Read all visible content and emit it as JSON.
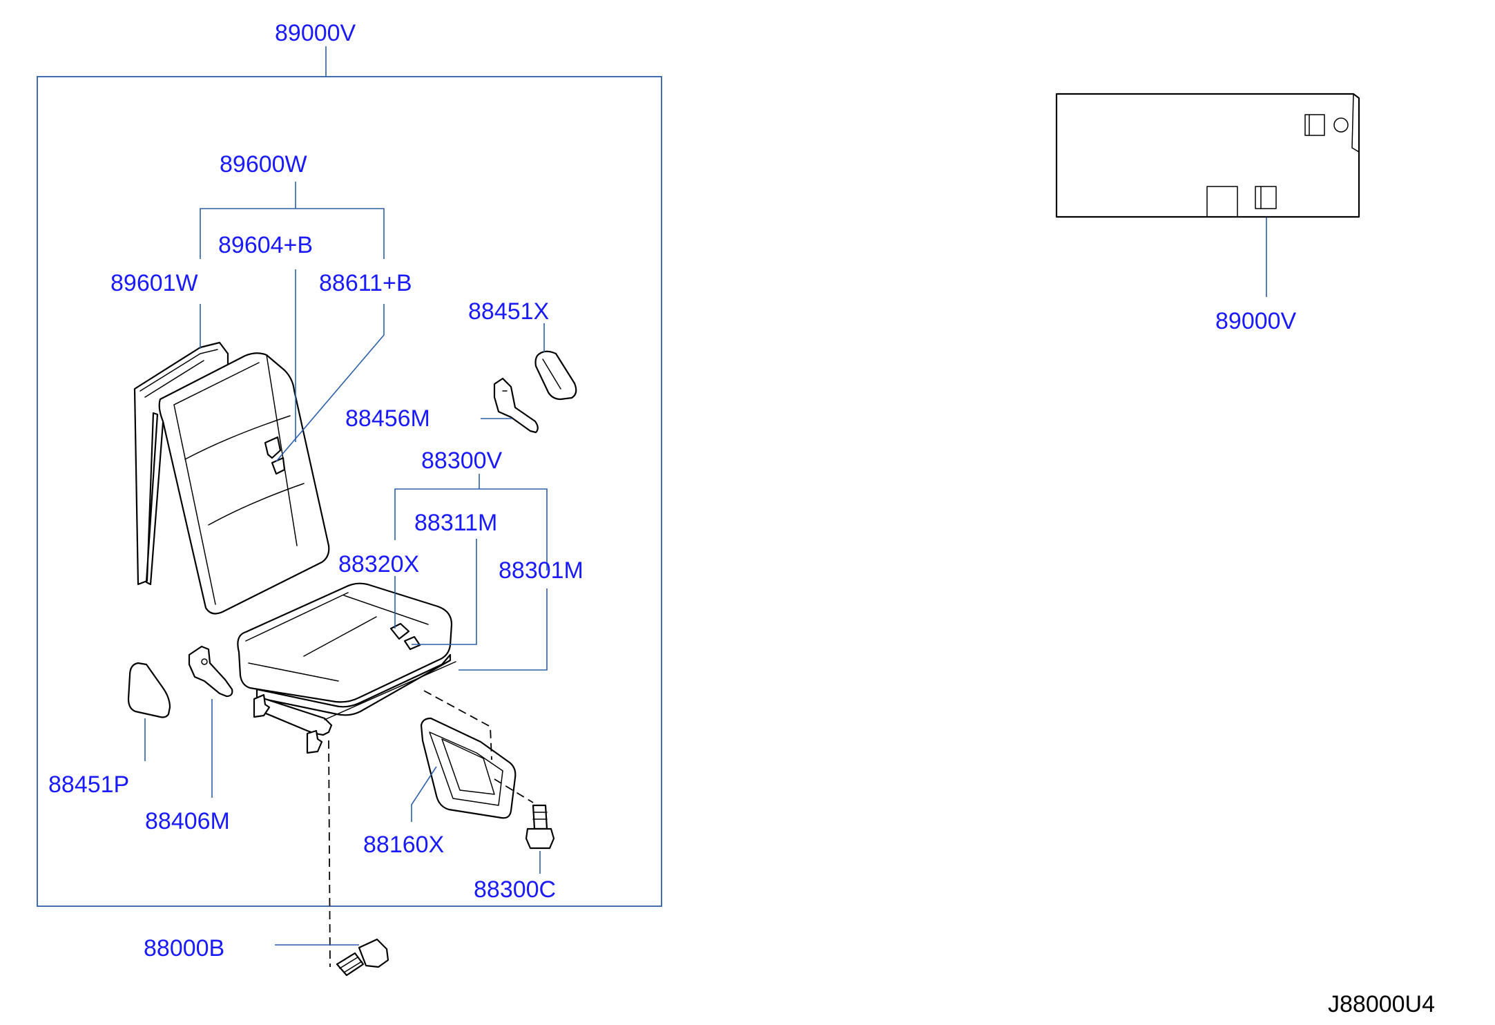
{
  "labels": {
    "assembly_main": "89000V",
    "seat_back": "89600W",
    "back_cover_part": "89604+B",
    "back_frame": "89601W",
    "back_trim": "88611+B",
    "side_cover_upper_right": "88451X",
    "hinge_right": "88456M",
    "seat_cushion": "88300V",
    "cushion_trim": "88311M",
    "cushion_cover": "88320X",
    "cushion_frame": "88301M",
    "side_cover_left": "88451P",
    "hinge_left": "88406M",
    "bracket": "88160X",
    "bolt_small": "88300C",
    "bolt_mount": "88000B",
    "assembly_ref": "89000V"
  },
  "drawing_code": "J88000U4",
  "colors": {
    "label": "#1a1aff",
    "leader": "#2a5fa8",
    "part_line": "#000000"
  }
}
